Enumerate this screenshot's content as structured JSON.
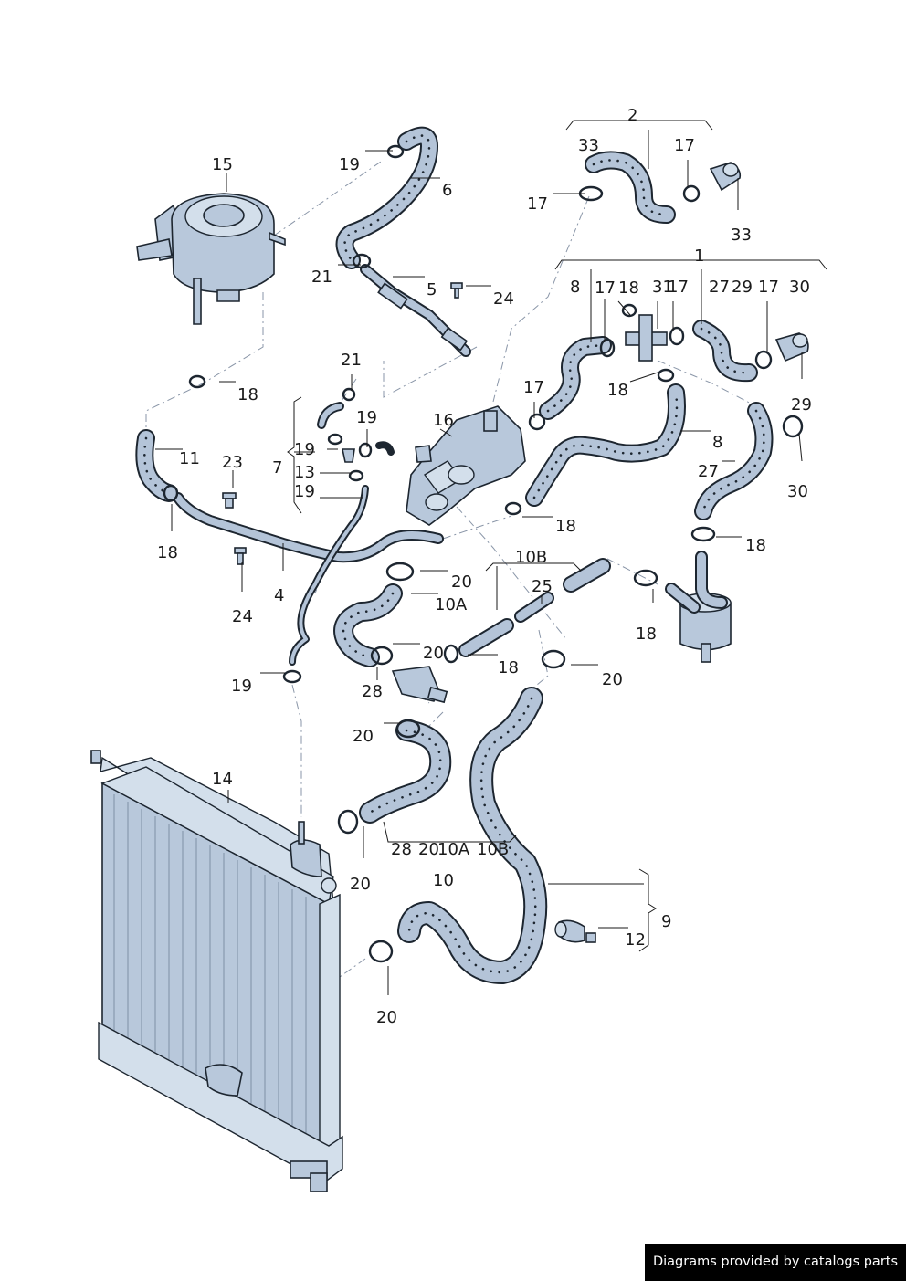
{
  "labels": {
    "l15": "15",
    "l19a": "19",
    "l6": "6",
    "l21a": "21",
    "l5": "5",
    "l24a": "24",
    "l2": "2",
    "l33a": "33",
    "l17a": "17",
    "l17b": "17",
    "l33b": "33",
    "l1": "1",
    "l8a": "8",
    "l17c": "17",
    "l18a": "18",
    "l31": "31",
    "l17d": "17",
    "l27a": "27",
    "l29a": "29",
    "l17e": "17",
    "l30a": "30",
    "l18b": "18",
    "l21b": "21",
    "l19b": "19",
    "l16": "16",
    "l17f": "17",
    "l18c": "18",
    "l19c": "19",
    "l7": "7",
    "l13": "13",
    "l19d": "19",
    "l8b": "8",
    "l29b": "29",
    "l27b": "27",
    "l30b": "30",
    "l11": "11",
    "l23": "23",
    "l18d": "18",
    "l24b": "24",
    "l4": "4",
    "l18e": "18",
    "l18f": "18",
    "l10B": "10B",
    "l20a": "20",
    "l25": "25",
    "l10A": "10A",
    "l18g": "18",
    "l20b": "20",
    "l18h": "18",
    "l19e": "19",
    "l28a": "28",
    "l20c": "20",
    "l20d": "20",
    "l14": "14",
    "l28b": "28",
    "l20e": "20",
    "l10Ab": "10A",
    "l10Bb": "10B",
    "l20f": "20",
    "l10": "10",
    "l9": "9",
    "l12": "12",
    "l20g": "20"
  },
  "footer": {
    "text": "Diagrams provided by catalogs parts"
  }
}
